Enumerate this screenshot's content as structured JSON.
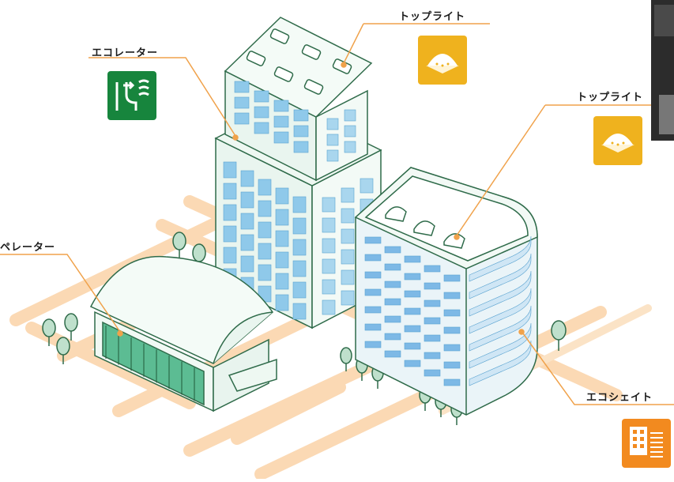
{
  "labels": {
    "toplight_1": "トップライト",
    "ecolator": "エコレーター",
    "toplight_2": "トップライト",
    "elevator": "ペレーター",
    "ecoshade": "エコシェイト"
  },
  "icons": {
    "toplight_icon": "toplight-dome-icon",
    "ecolator_icon": "ecolator-airflow-icon",
    "ecoshade_icon": "ecoshade-building-icon"
  },
  "colors": {
    "leader_line": "#f0a24b",
    "road": "#fbd9b4",
    "building_fill": "#eef7f2",
    "building_stroke": "#2f6b4a",
    "window": "#8fc9ea",
    "toplight_badge": "#efb21e",
    "ecolator_badge": "#17853d",
    "ecoshade_badge": "#f28a1f",
    "tree": "#b8dcc4"
  }
}
